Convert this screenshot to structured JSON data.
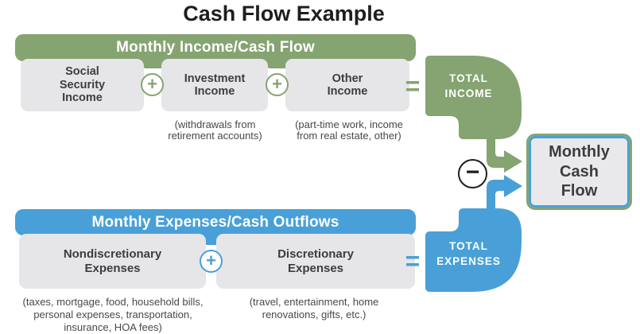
{
  "title": "Cash Flow Example",
  "colors": {
    "green": "#85a471",
    "blue": "#49a0d8",
    "gray": "#e6e6e8",
    "resultgray": "#e9e9eb",
    "dark": "#3d3d3f",
    "note": "#48484a",
    "ink": "#1e1e1e"
  },
  "income": {
    "header": "Monthly Income/Cash Flow",
    "boxes": [
      {
        "label": "Social\nSecurity\nIncome"
      },
      {
        "label": "Investment\nIncome",
        "note": "(withdrawals from\nretirement accounts)"
      },
      {
        "label": "Other\nIncome",
        "note": "(part-time work, income\nfrom real estate, other)"
      }
    ],
    "plus": "+",
    "equals": "=",
    "total_label": "TOTAL\nINCOME"
  },
  "expenses": {
    "header": "Monthly Expenses/Cash Outflows",
    "boxes": [
      {
        "label": "Nondiscretionary\nExpenses",
        "note": "(taxes, mortgage, food, household bills,\npersonal expenses, transportation,\ninsurance, HOA fees)"
      },
      {
        "label": "Discretionary\nExpenses",
        "note": "(travel, entertainment, home\nrenovations, gifts, etc.)"
      }
    ],
    "plus": "+",
    "equals": "=",
    "total_label": "TOTAL\nEXPENSES"
  },
  "operator_minus": "−",
  "result": {
    "label": "Monthly\nCash\nFlow"
  }
}
